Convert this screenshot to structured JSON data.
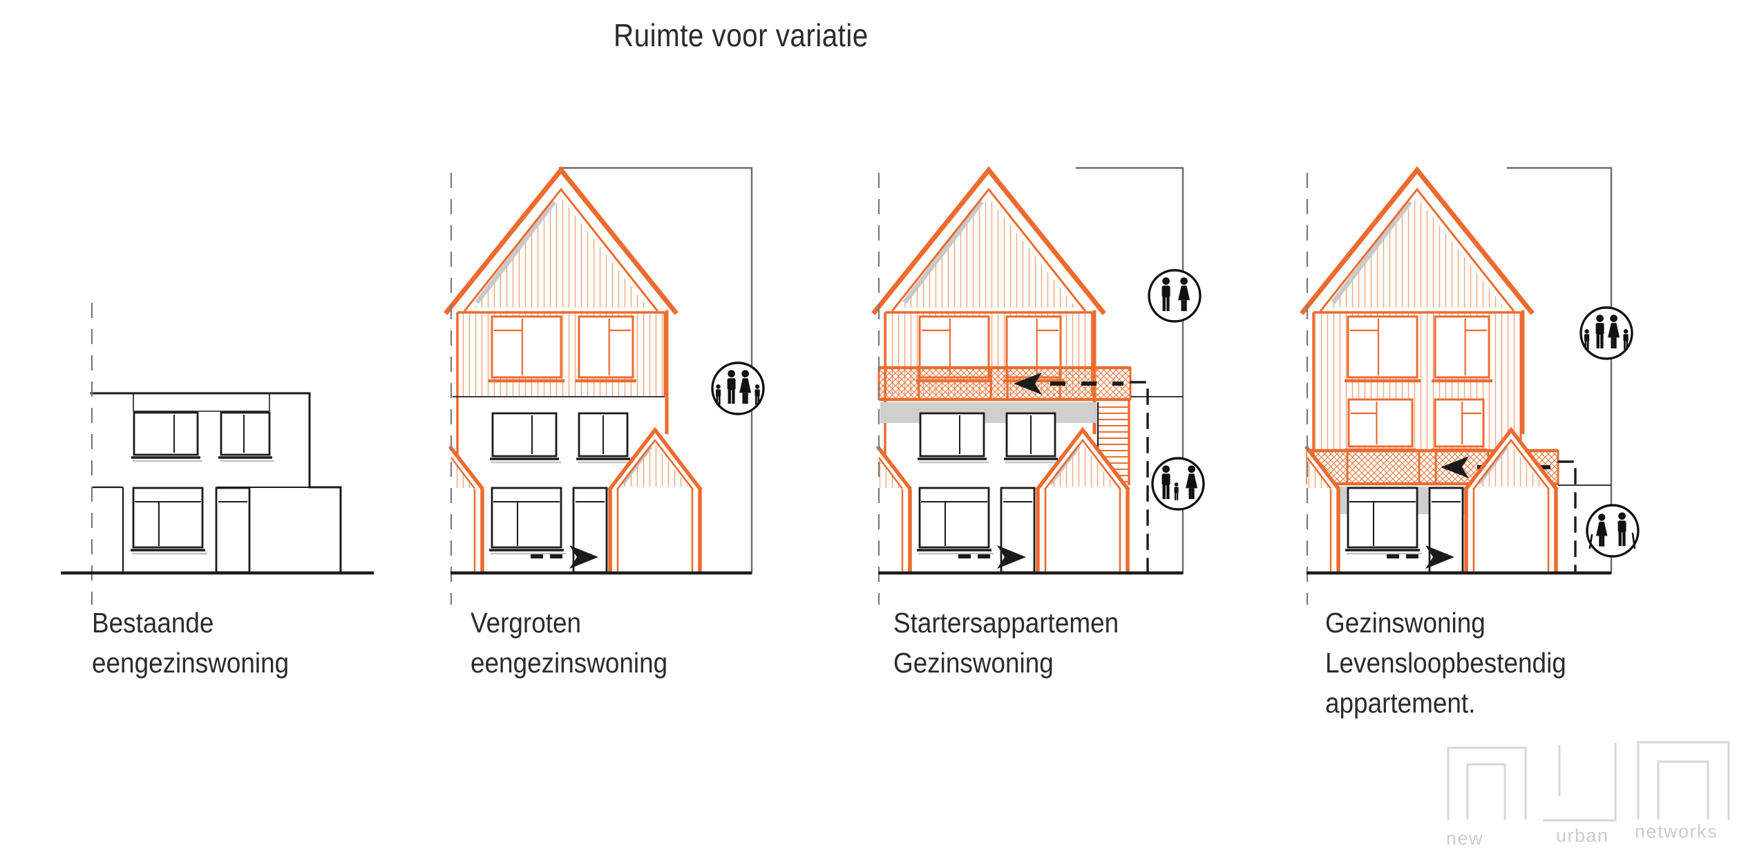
{
  "title": "Ruimte voor variatie",
  "houses": [
    {
      "name": "bestaande-eengezinswoning",
      "label": "Bestaande\neengezinswoning",
      "occupant_icons": []
    },
    {
      "name": "vergroten-eengezinswoning",
      "label": "Vergroten\neengezinswoning",
      "occupant_icons": [
        "family-two-adults-two-children"
      ]
    },
    {
      "name": "startersappartement-gezinswoning",
      "label": "Startersappartemen\nGezinswoning",
      "occupant_icons": [
        "couple",
        "family-two-adults-one-child"
      ]
    },
    {
      "name": "gezinswoning-levensloopbestendig-appartement",
      "label": "Gezinswoning\nLevensloopbestendig\nappartement.",
      "occupant_icons": [
        "family-two-adults-two-children",
        "elderly-couple"
      ]
    }
  ],
  "logo": {
    "words": [
      "new",
      "urban",
      "networks"
    ]
  },
  "colors": {
    "accent_orange": "#ED6B2F",
    "hatch_orange": "#F4A47E",
    "line_black": "#1B1B1B",
    "boundary_gray": "#6A6A6A",
    "shadow_gray": "#C9C9C9",
    "logo_gray": "#D6D6D6",
    "text_dark": "#2B2B2B"
  }
}
